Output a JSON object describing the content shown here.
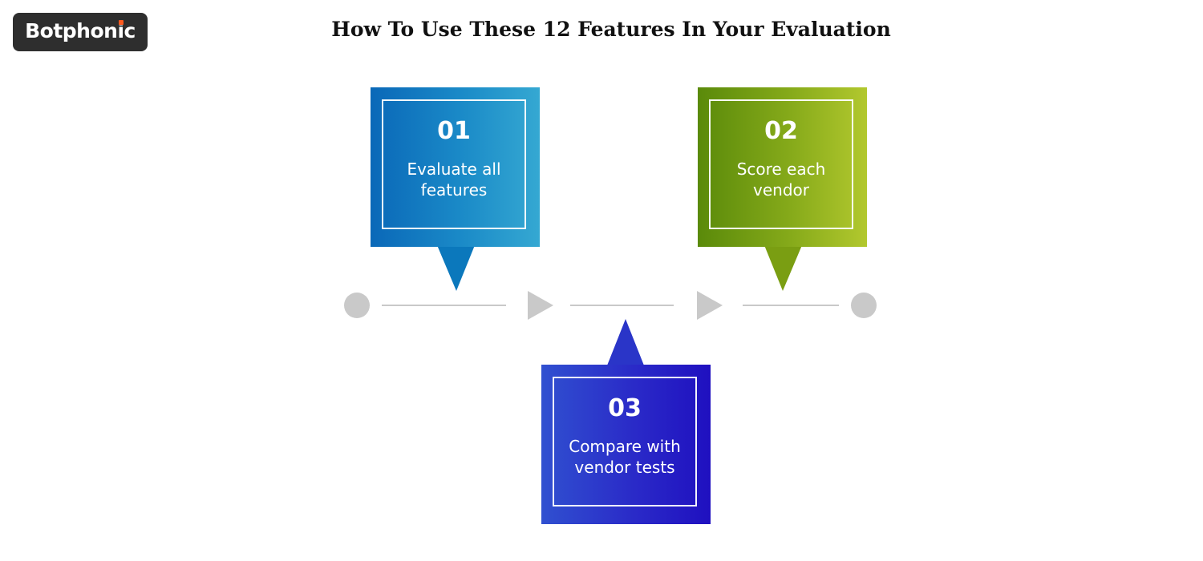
{
  "logo": {
    "text_before": "Botphon",
    "text_i": "i",
    "text_after": "c",
    "accent_color": "#ff5a1f",
    "background_color": "#2e2e2e"
  },
  "title": "How To Use These 12 Features In Your Evaluation",
  "steps": [
    {
      "number": "01",
      "text": "Evaluate all features",
      "color": "#1b8bc8"
    },
    {
      "number": "02",
      "text": "Score each vendor",
      "color": "#86aa1a"
    },
    {
      "number": "03",
      "text": "Compare with vendor tests",
      "color": "#2a2ac8"
    }
  ],
  "timeline": {
    "line_color": "#c9c9c9"
  }
}
